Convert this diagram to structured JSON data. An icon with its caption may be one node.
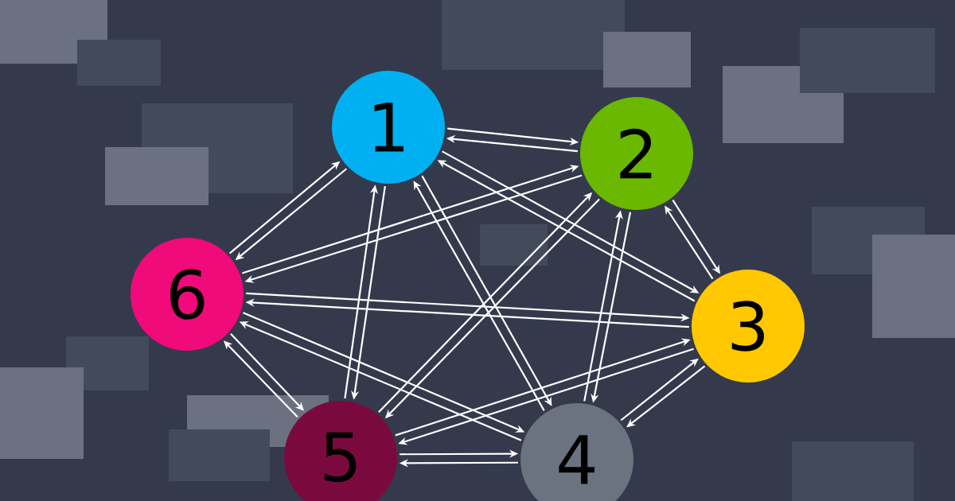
{
  "diagram": {
    "nodes": [
      {
        "text": [
          "1"
        ]
      },
      {
        "text": [
          "2"
        ]
      },
      {
        "text": [
          "3"
        ]
      },
      {
        "text": [
          "4"
        ]
      },
      {
        "text": [
          "5"
        ]
      },
      {
        "text": [
          "6"
        ]
      }
    ],
    "edges": [
      {
        "from": 0,
        "to": 1,
        "arrow": "to"
      },
      {
        "from": 1,
        "to": 0,
        "arrow": "to"
      },
      {
        "from": 0,
        "to": 2,
        "arrow": "to"
      },
      {
        "from": 2,
        "to": 0,
        "arrow": "to"
      },
      {
        "from": 0,
        "to": 3,
        "arrow": "to"
      },
      {
        "from": 3,
        "to": 0,
        "arrow": "to"
      },
      {
        "from": 0,
        "to": 4,
        "arrow": "to"
      },
      {
        "from": 4,
        "to": 0,
        "arrow": "to"
      },
      {
        "from": 0,
        "to": 5,
        "arrow": "to"
      },
      {
        "from": 5,
        "to": 0,
        "arrow": "to"
      },
      {
        "from": 1,
        "to": 2,
        "arrow": "to"
      },
      {
        "from": 2,
        "to": 1,
        "arrow": "to"
      },
      {
        "from": 1,
        "to": 3,
        "arrow": "to"
      },
      {
        "from": 3,
        "to": 1,
        "arrow": "to"
      },
      {
        "from": 1,
        "to": 4,
        "arrow": "to"
      },
      {
        "from": 4,
        "to": 1,
        "arrow": "to"
      },
      {
        "from": 1,
        "to": 5,
        "arrow": "to"
      },
      {
        "from": 5,
        "to": 1,
        "arrow": "to"
      },
      {
        "from": 2,
        "to": 3,
        "arrow": "to"
      },
      {
        "from": 3,
        "to": 2,
        "arrow": "to"
      },
      {
        "from": 2,
        "to": 4,
        "arrow": "to"
      },
      {
        "from": 4,
        "to": 2,
        "arrow": "to"
      },
      {
        "from": 2,
        "to": 5,
        "arrow": "to"
      },
      {
        "from": 5,
        "to": 2,
        "arrow": "to"
      },
      {
        "from": 3,
        "to": 4,
        "arrow": "to"
      },
      {
        "from": 4,
        "to": 3,
        "arrow": "to"
      },
      {
        "from": 3,
        "to": 5,
        "arrow": "to"
      },
      {
        "from": 5,
        "to": 3,
        "arrow": "to"
      },
      {
        "from": 4,
        "to": 5,
        "arrow": "to"
      },
      {
        "from": 5,
        "to": 4,
        "arrow": "to"
      }
    ]
  }
}
